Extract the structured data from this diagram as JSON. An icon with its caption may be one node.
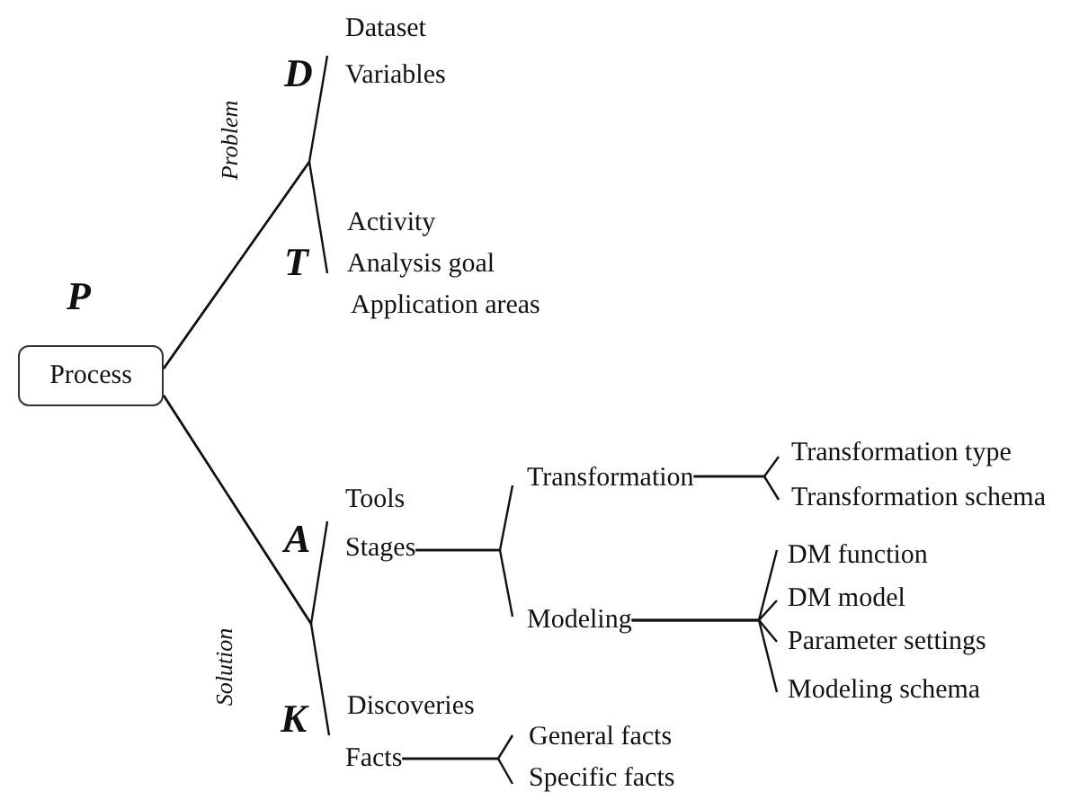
{
  "diagram": {
    "nodes": [
      {
        "text": [
          "P",
          "Process"
        ]
      },
      {
        "text": [
          "D"
        ]
      },
      {
        "text": [
          "Dataset"
        ]
      },
      {
        "text": [
          "Variables"
        ]
      },
      {
        "text": [
          "T"
        ]
      },
      {
        "text": [
          "Activity"
        ]
      },
      {
        "text": [
          "Analysis goal"
        ]
      },
      {
        "text": [
          "Application areas"
        ]
      },
      {
        "text": [
          "A"
        ]
      },
      {
        "text": [
          "Tools"
        ]
      },
      {
        "text": [
          "Stages"
        ]
      },
      {
        "text": [
          "Transformation"
        ]
      },
      {
        "text": [
          "Transformation type"
        ]
      },
      {
        "text": [
          "Transformation schema"
        ]
      },
      {
        "text": [
          "Modeling"
        ]
      },
      {
        "text": [
          "DM function"
        ]
      },
      {
        "text": [
          "DM model"
        ]
      },
      {
        "text": [
          "Parameter settings"
        ]
      },
      {
        "text": [
          "Modeling schema"
        ]
      },
      {
        "text": [
          "K"
        ]
      },
      {
        "text": [
          "Discoveries"
        ]
      },
      {
        "text": [
          "Facts"
        ]
      },
      {
        "text": [
          "General facts"
        ]
      },
      {
        "text": [
          "Specific facts"
        ]
      }
    ],
    "edges": [
      {
        "from": 0,
        "to": 1,
        "arrow": "none",
        "label": "Problem"
      },
      {
        "from": 0,
        "to": 4,
        "arrow": "none"
      },
      {
        "from": 0,
        "to": 8,
        "arrow": "none",
        "label": "Solution"
      },
      {
        "from": 0,
        "to": 19,
        "arrow": "none"
      },
      {
        "from": 10,
        "to": 11,
        "arrow": "none"
      },
      {
        "from": 10,
        "to": 14,
        "arrow": "none"
      },
      {
        "from": 11,
        "to": 12,
        "arrow": "none"
      },
      {
        "from": 11,
        "to": 13,
        "arrow": "none"
      },
      {
        "from": 14,
        "to": 15,
        "arrow": "none"
      },
      {
        "from": 14,
        "to": 16,
        "arrow": "none"
      },
      {
        "from": 14,
        "to": 17,
        "arrow": "none"
      },
      {
        "from": 14,
        "to": 18,
        "arrow": "none"
      },
      {
        "from": 21,
        "to": 22,
        "arrow": "none"
      },
      {
        "from": 21,
        "to": 23,
        "arrow": "none"
      }
    ]
  }
}
